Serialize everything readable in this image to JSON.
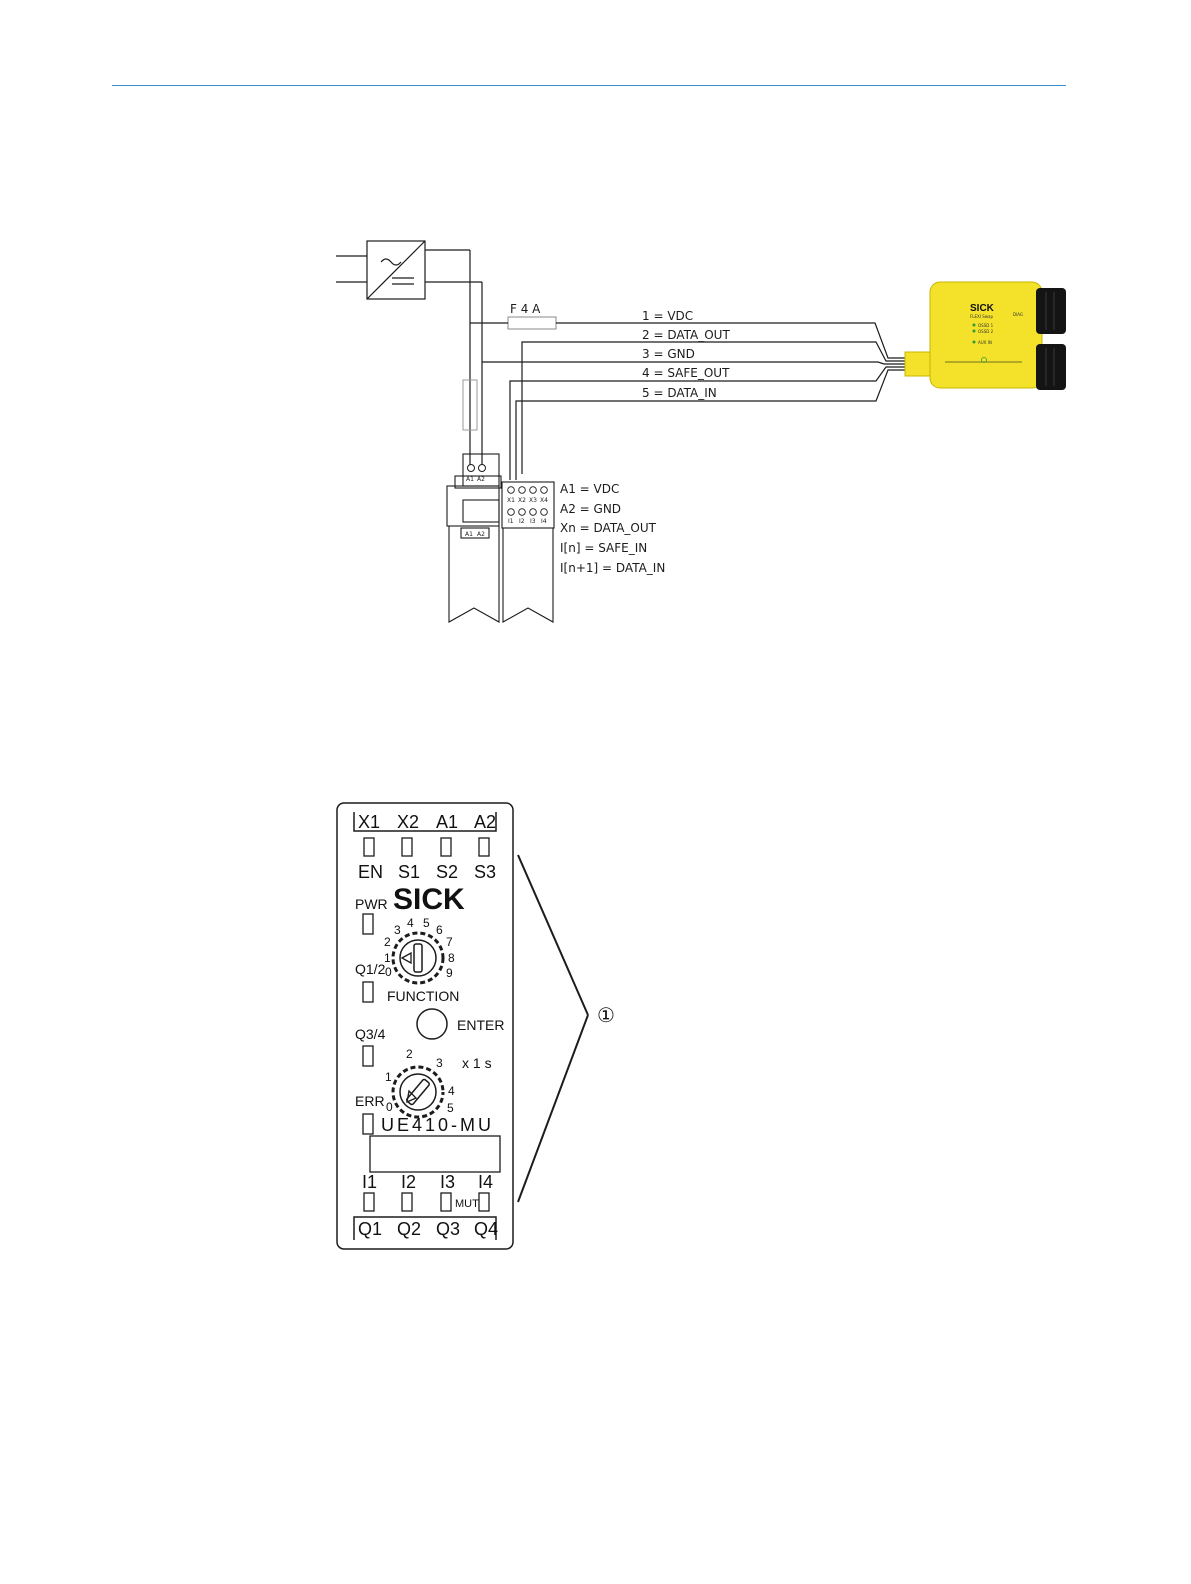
{
  "header": {
    "rule_color": "#3b8fd0"
  },
  "wiring": {
    "fuse_label": "F 4 A",
    "wires": [
      {
        "label": "1 = VDC"
      },
      {
        "label": "2 = DATA_OUT"
      },
      {
        "label": "3 = GND"
      },
      {
        "label": "4 = SAFE_OUT"
      },
      {
        "label": "5 = DATA_IN"
      }
    ],
    "terminal_legend": [
      "A1 = VDC",
      "A2 = GND",
      "Xn = DATA_OUT",
      "I[n] = SAFE_IN",
      "I[n+1] = DATA_IN"
    ],
    "terminals_left": [
      "A1",
      "A2"
    ],
    "terminals_left_bottom": [
      "A1",
      "A2"
    ],
    "terminals_right_top": [
      "X1",
      "X2",
      "X3",
      "X4"
    ],
    "terminals_right_bottom": [
      "I1",
      "I2",
      "I3",
      "I4"
    ],
    "sensor": {
      "brand": "SICK",
      "color": "#f4e22a",
      "model": "FLEXI Swap",
      "leds": [
        "OSSD 1",
        "OSSD 2",
        "AUX IN"
      ],
      "right_label": "DIAG"
    }
  },
  "panel": {
    "top_terminals": [
      "X1",
      "X2",
      "A1",
      "A2"
    ],
    "top_leds": [
      "EN",
      "S1",
      "S2",
      "S3"
    ],
    "brand": "SICK",
    "side_leds": [
      "PWR",
      "Q1/2",
      "Q3/4",
      "ERR"
    ],
    "dial1_numbers": [
      "0",
      "1",
      "2",
      "3",
      "4",
      "5",
      "6",
      "7",
      "8",
      "9"
    ],
    "function_label": "FUNCTION",
    "enter_label": "ENTER",
    "dial2_numbers": [
      "0",
      "1",
      "2",
      "3",
      "4",
      "5"
    ],
    "time_label": "x 1 s",
    "model": "UE410-MU",
    "bottom_inputs": [
      "I1",
      "I2",
      "I3",
      "I4"
    ],
    "mut_label": "MUT",
    "bottom_outputs": [
      "Q1",
      "Q2",
      "Q3",
      "Q4"
    ],
    "callout": "①"
  }
}
